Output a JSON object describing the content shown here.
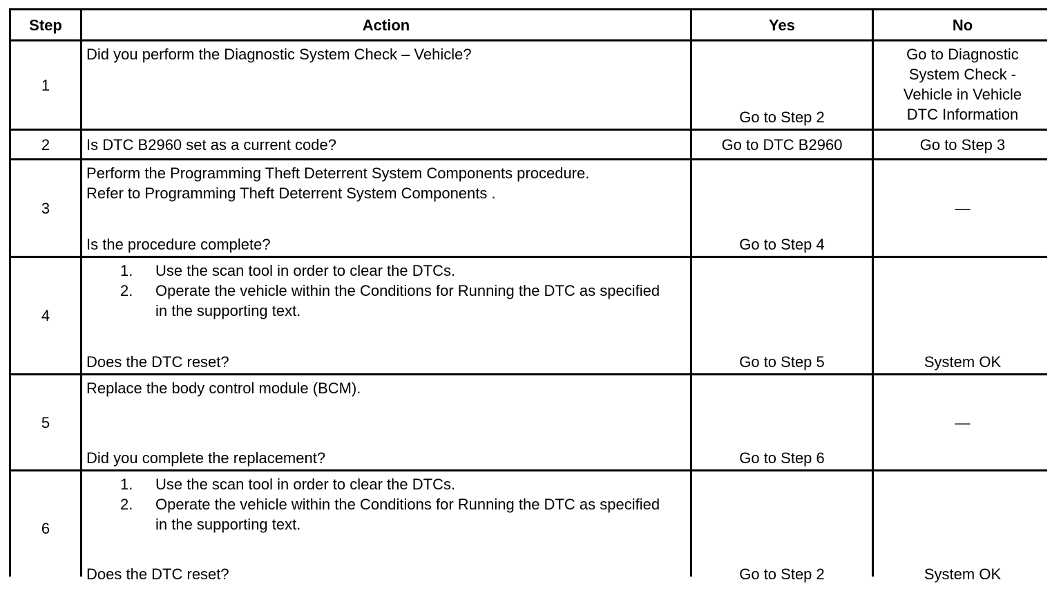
{
  "table": {
    "headers": {
      "step": "Step",
      "action": "Action",
      "yes": "Yes",
      "no": "No"
    },
    "rows": [
      {
        "step": "1",
        "action_text": "Did you perform the Diagnostic System Check – Vehicle?",
        "yes": "Go to Step 2",
        "no": "Go to Diagnostic\nSystem Check -\nVehicle in Vehicle\nDTC Information"
      },
      {
        "step": "2",
        "action_text": "Is DTC B2960 set as a current code?",
        "yes": "Go to DTC B2960",
        "no": "Go to Step 3"
      },
      {
        "step": "3",
        "action_text": "Perform the Programming Theft Deterrent System Components procedure.\nRefer to Programming Theft Deterrent System Components .",
        "question": "Is the procedure complete?",
        "yes": "Go to Step 4",
        "no": "—"
      },
      {
        "step": "4",
        "list": [
          {
            "n": "1.",
            "text": "Use the scan tool in order to clear the DTCs."
          },
          {
            "n": "2.",
            "text": "Operate the vehicle within the Conditions for Running the DTC as specified in the supporting text."
          }
        ],
        "question": "Does the DTC reset?",
        "yes": "Go to Step 5",
        "no": "System OK"
      },
      {
        "step": "5",
        "action_text": "Replace the body control module (BCM).",
        "question": "Did you complete the replacement?",
        "yes": "Go to Step 6",
        "no": "—"
      },
      {
        "step": "6",
        "list": [
          {
            "n": "1.",
            "text": "Use the scan tool in order to clear the DTCs."
          },
          {
            "n": "2.",
            "text": "Operate the vehicle within the Conditions for Running the DTC as specified in the supporting text."
          }
        ],
        "question": "Does the DTC reset?",
        "yes": "Go to Step 2",
        "no": "System OK"
      }
    ]
  }
}
